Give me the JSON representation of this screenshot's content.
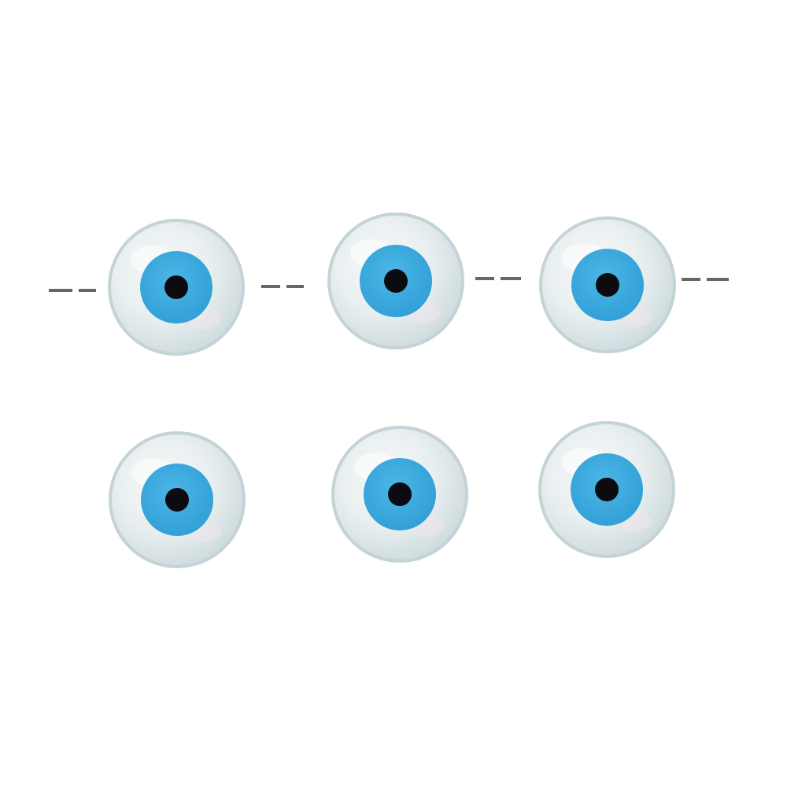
{
  "colors": {
    "background": "#ffffff",
    "shell_light": "#f2f5f6",
    "shell_mid": "#dde6e8",
    "shell_edge": "#c4d3d6",
    "iris": "#3aa8dc",
    "pupil": "#0c0c10",
    "string_dash": "#666666"
  },
  "beads": [
    {
      "row": 1,
      "col": 1,
      "strung": true
    },
    {
      "row": 1,
      "col": 2,
      "strung": true
    },
    {
      "row": 1,
      "col": 3,
      "strung": true
    },
    {
      "row": 2,
      "col": 1,
      "strung": false
    },
    {
      "row": 2,
      "col": 2,
      "strung": false
    },
    {
      "row": 2,
      "col": 3,
      "strung": false
    }
  ]
}
